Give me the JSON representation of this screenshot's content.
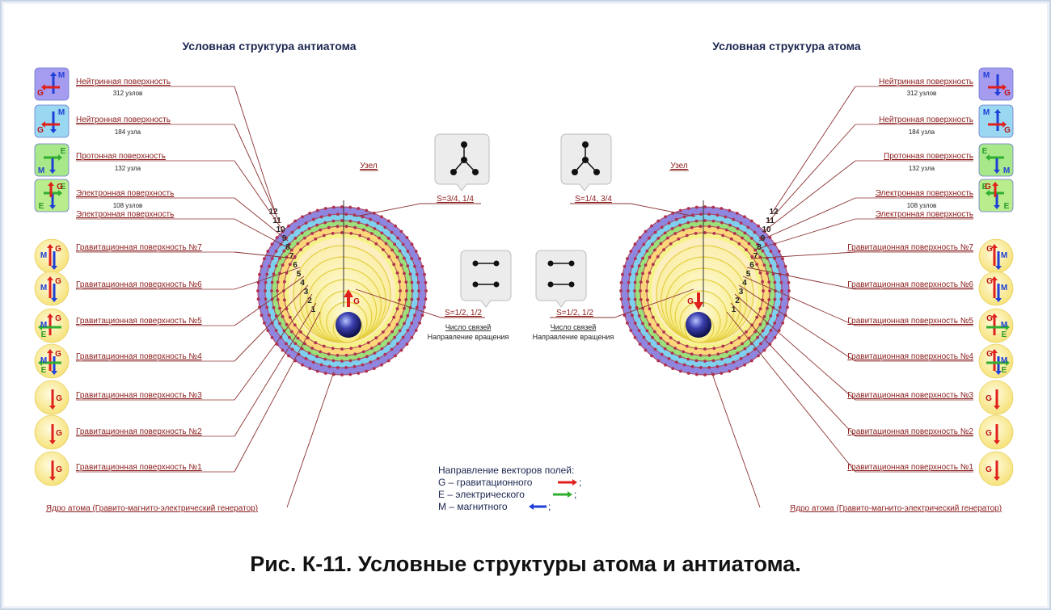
{
  "titles": {
    "left": "Условная структура антиатома",
    "right": "Условная структура атома",
    "caption": "Рис. К-11. Условные структуры атома и антиатома."
  },
  "surfaces": [
    {
      "label": "Нейтринная поверхность",
      "count": "312 узлов"
    },
    {
      "label": "Нейтронная поверхность",
      "count": "184 узла"
    },
    {
      "label": "Протонная поверхность",
      "count": "132 узла"
    },
    {
      "label": "Электронная поверхность",
      "count": "108 узлов"
    },
    {
      "label": "Электронная поверхность",
      "count": ""
    },
    {
      "label": "Гравитационная поверхность №7",
      "count": ""
    },
    {
      "label": "Гравитационная поверхность №6",
      "count": ""
    },
    {
      "label": "Гравитационная поверхность №5",
      "count": ""
    },
    {
      "label": "Гравитационная поверхность №4",
      "count": ""
    },
    {
      "label": "Гравитационная поверхность №3",
      "count": ""
    },
    {
      "label": "Гравитационная поверхность №2",
      "count": ""
    },
    {
      "label": "Гравитационная поверхность №1",
      "count": ""
    }
  ],
  "core_label": "Ядро атома (Гравито-магнито-электрический генератор)",
  "node_label": "Узел",
  "left_spin_top": "S=3/4, 1/4",
  "right_spin_top": "S=1/4, 3/4",
  "left_spin_mid": "S=1/2, 1/2",
  "right_spin_mid": "S=1/2, 1/2",
  "bonds_label": "Число связей",
  "rotation_label": "Направление вращения",
  "ring_numbers_left": [
    "12",
    "11",
    "10",
    "9",
    "8",
    "7",
    "6",
    "5",
    "4",
    "3",
    "2",
    "1"
  ],
  "ring_numbers_right": [
    "12",
    "11",
    "10",
    "9",
    "8",
    "7",
    "6",
    "5",
    "4",
    "3",
    "2",
    "1"
  ],
  "legend": {
    "title": "Направление векторов полей:",
    "items": [
      {
        "text": "G – гравитационного",
        "color": "#e0201c"
      },
      {
        "text": "E – электрического",
        "color": "#2fae2f"
      },
      {
        "text": "M – магнитного",
        "color": "#1f3fd8"
      }
    ]
  },
  "icon_letters": {
    "g": "G",
    "e": "E",
    "m": "M"
  },
  "colors": {
    "label": "#8b1a1a",
    "leader": "#8b3030",
    "g_vector": "#e0201c",
    "e_vector": "#2fae2f",
    "m_vector": "#1f3fd8",
    "neutrino": "#8f86e0",
    "neutron": "#7fd0ee",
    "proton": "#9be07a",
    "electron": "#f6f28a",
    "gravity_fill": "#fdf3a8",
    "node": "#b03050"
  },
  "icons": [
    "neutrino-icon",
    "neutron-icon",
    "proton-icon",
    "electron-icon",
    "gravity-icon"
  ]
}
